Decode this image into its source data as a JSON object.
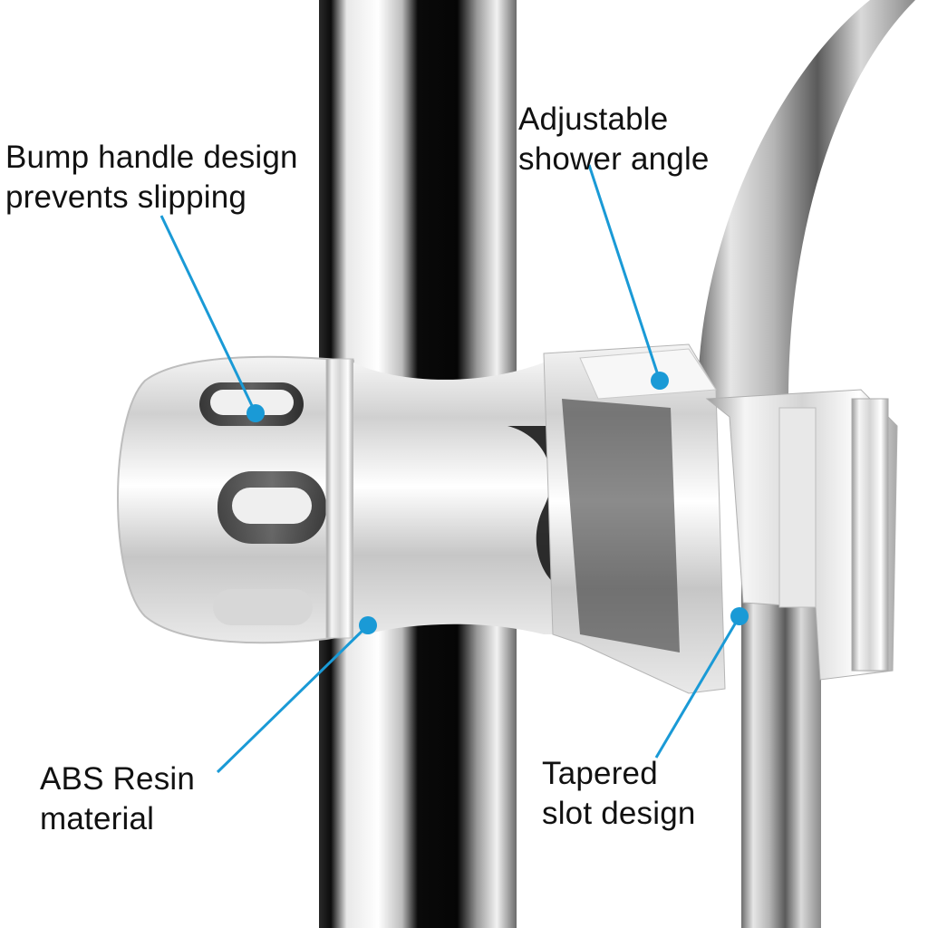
{
  "image": {
    "subject": "chrome shower slide-bar bracket clamp on rail holding shower hose",
    "background_color": "#ffffff",
    "accent_color": "#1a9ad6"
  },
  "callouts": [
    {
      "id": "bump-handle",
      "lines": [
        "Bump handle design",
        "prevents slipping"
      ],
      "dot": [
        282,
        456
      ]
    },
    {
      "id": "adjustable-angle",
      "lines": [
        "Adjustable",
        "shower angle"
      ],
      "dot": [
        728,
        420
      ]
    },
    {
      "id": "abs-resin",
      "lines": [
        "ABS Resin",
        "material"
      ],
      "dot": [
        406,
        690
      ]
    },
    {
      "id": "tapered-slot",
      "lines": [
        "Tapered",
        "slot design"
      ],
      "dot": [
        816,
        680
      ]
    }
  ]
}
